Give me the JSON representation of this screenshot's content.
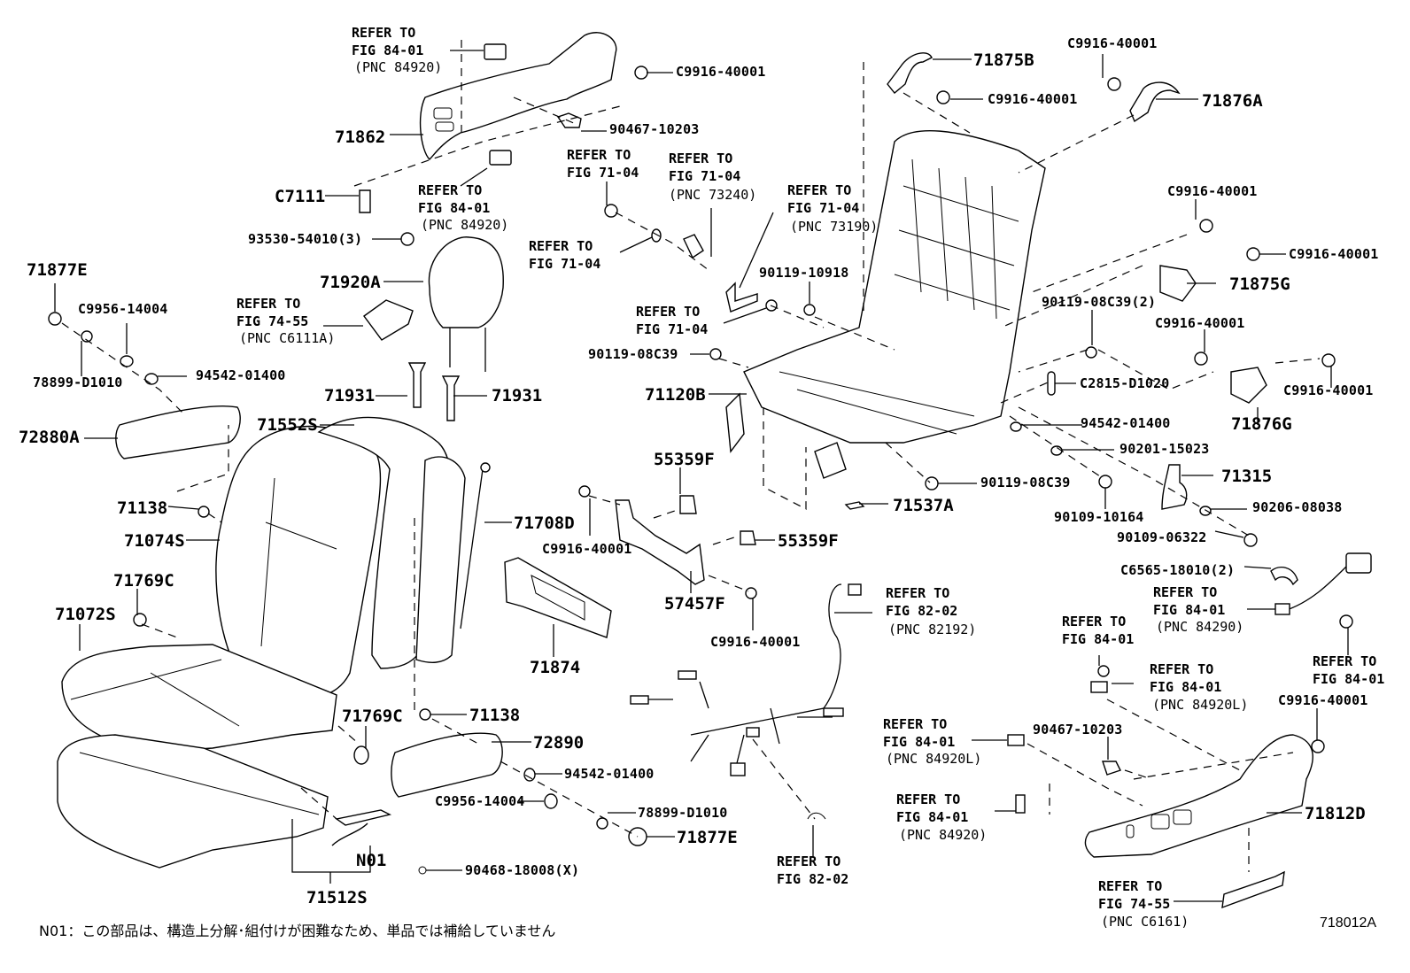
{
  "diagram": {
    "title": "Seat assembly exploded parts view",
    "figure_id": "718012A",
    "footnote": "N01：この部品は、構造上分解･組付けが困難なため、単品では補給していません",
    "labels": {
      "ref_84_01_pnc_84920_top": [
        "REFER TO",
        "FIG 84-01",
        "(PNC 84920)"
      ],
      "c9916_top": "C9916-40001",
      "p90467_top": "90467-10203",
      "p71862": "71862",
      "ref_84_01_pnc_84920_mid": [
        "REFER TO",
        "FIG 84-01",
        "(PNC 84920)"
      ],
      "c7111": "C7111",
      "p93530": "93530-54010(3)",
      "ref_71_04_a": [
        "REFER TO",
        "FIG 71-04"
      ],
      "ref_71_04_pnc_73240": [
        "REFER TO",
        "FIG 71-04",
        "(PNC 73240)"
      ],
      "ref_71_04_pnc_73190": [
        "REFER TO",
        "FIG 71-04",
        "(PNC 73190)"
      ],
      "ref_71_04_b": [
        "REFER TO",
        "FIG 71-04"
      ],
      "ref_71_04_c": [
        "REFER TO",
        "FIG 71-04"
      ],
      "p71875b": "71875B",
      "c9916_71875b": "C9916-40001",
      "c9916_71876a": "C9916-40001",
      "p71876a": "71876A",
      "c9916_r1": "C9916-40001",
      "c9916_r2": "C9916-40001",
      "p71875g": "71875G",
      "p90119_08c39_2": "90119-08C39(2)",
      "c9916_r3": "C9916-40001",
      "c9916_r4": "C9916-40001",
      "p71876g": "71876G",
      "p2815": "C2815-D1020",
      "p94542_r": "94542-01400",
      "p90201": "90201-15023",
      "p71315": "71315",
      "p90206": "90206-08038",
      "p90109_06322": "90109-06322",
      "p90109_10164": "90109-10164",
      "p90119_08c39_b": "90119-08C39",
      "p71537a": "71537A",
      "p90119_10918": "90119-10918",
      "p90119_08c39_a": "90119-08C39",
      "p71120b": "71120B",
      "p71877e_l": "71877E",
      "c9956_l": "C9956-14004",
      "p78899_l": "78899-D1010",
      "p94542_l": "94542-01400",
      "p72880a": "72880A",
      "p71920a": "71920A",
      "ref_74_55_pnc_c6111a": [
        "REFER TO",
        "FIG 74-55",
        "(PNC C6111A)"
      ],
      "p71931_a": "71931",
      "p71931_b": "71931",
      "p71552s": "71552S",
      "p71138_l": "71138",
      "p71074s": "71074S",
      "p71769c_l": "71769C",
      "p71072s": "71072S",
      "p71708d": "71708D",
      "p55359f_a": "55359F",
      "p55359f_b": "55359F",
      "c9916_m1": "C9916-40001",
      "p57457f": "57457F",
      "c9916_m2": "C9916-40001",
      "p71874": "71874",
      "ref_82_02_pnc_82192": [
        "REFER TO",
        "FIG 82-02",
        "(PNC 82192)"
      ],
      "p71769c_r": "71769C",
      "p71138_r": "71138",
      "p72890": "72890",
      "p94542_b": "94542-01400",
      "c9956_b": "C9956-14004",
      "p78899_b": "78899-D1010",
      "p71877e_b": "71877E",
      "n01": "N01",
      "p71512s": "71512S",
      "p90468": "90468-18008(X)",
      "ref_82_02": [
        "REFER TO",
        "FIG 82-02"
      ],
      "c6565": "C6565-18010(2)",
      "ref_84_01_pnc_84290": [
        "REFER TO",
        "FIG 84-01",
        "(PNC 84290)"
      ],
      "ref_84_01_r": [
        "REFER TO",
        "FIG 84-01"
      ],
      "ref_84_01_pnc_84920l_a": [
        "REFER TO",
        "FIG 84-01",
        "(PNC 84920L)"
      ],
      "ref_84_01_far_r": [
        "REFER TO",
        "FIG 84-01"
      ],
      "c9916_br": "C9916-40001",
      "ref_84_01_pnc_84920l_b": [
        "REFER TO",
        "FIG 84-01",
        "(PNC 84920L)"
      ],
      "p90467_br": "90467-10203",
      "ref_84_01_pnc_84920_br": [
        "REFER TO",
        "FIG 84-01",
        "(PNC 84920)"
      ],
      "p71812d": "71812D",
      "ref_74_55_pnc_c6161": [
        "REFER TO",
        "FIG 74-55",
        "(PNC C6161)"
      ]
    }
  }
}
